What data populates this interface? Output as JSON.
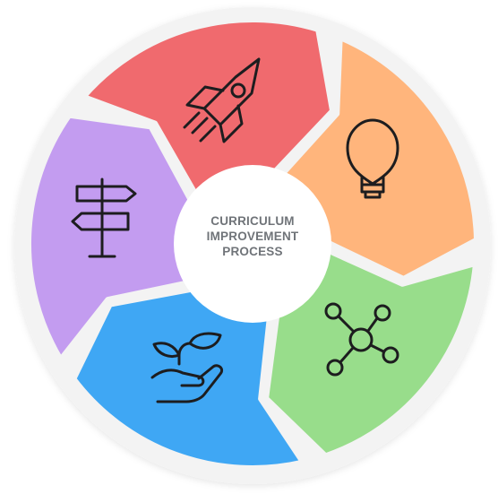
{
  "title_lines": [
    "CURRICULUM",
    "IMPROVEMENT",
    "PROCESS"
  ],
  "segments": [
    {
      "name": "launch",
      "icon": "rocket-icon",
      "color": "#f06a6e"
    },
    {
      "name": "ideas",
      "icon": "lightbulb-icon",
      "color": "#ffb57c"
    },
    {
      "name": "network",
      "icon": "network-icon",
      "color": "#98dd8b"
    },
    {
      "name": "growth",
      "icon": "seedling-hand-icon",
      "color": "#3fa7f4"
    },
    {
      "name": "direction",
      "icon": "signpost-icon",
      "color": "#c39cf0"
    }
  ],
  "colors": {
    "ring_background": "#f3f3f3",
    "center_fill": "#ffffff",
    "icon_stroke": "#1d1d1f"
  }
}
